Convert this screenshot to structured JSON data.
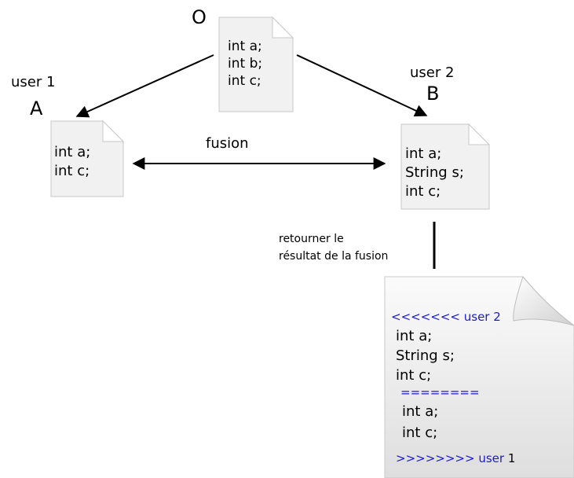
{
  "nodes": {
    "o": {
      "letter": "O",
      "lines": [
        "int a;",
        "int b;",
        "int c;"
      ]
    },
    "a": {
      "user": "user 1",
      "letter": "A",
      "lines": [
        "int a;",
        "int c;"
      ]
    },
    "b": {
      "user": "user 2",
      "letter": "B",
      "lines": [
        "int a;",
        "String s;",
        "int c;"
      ]
    }
  },
  "edges": {
    "fusion_label": "fusion",
    "result_label_line1": "retourner le",
    "result_label_line2": "résultat de la  fusion"
  },
  "result": {
    "marker_start": "<<<<<<< user 2",
    "lines_b": [
      "int a;",
      "String s;",
      "int c;"
    ],
    "separator": "========",
    "lines_a": [
      "int a;",
      "int c;"
    ],
    "marker_end_arrows": ">>>>>>>>",
    "marker_end_user": "user",
    "marker_end_number": "1"
  },
  "colors": {
    "marker": "#1c1cc8",
    "paper_light": "#fbfbfb",
    "paper_dark": "#d9d9d9"
  }
}
